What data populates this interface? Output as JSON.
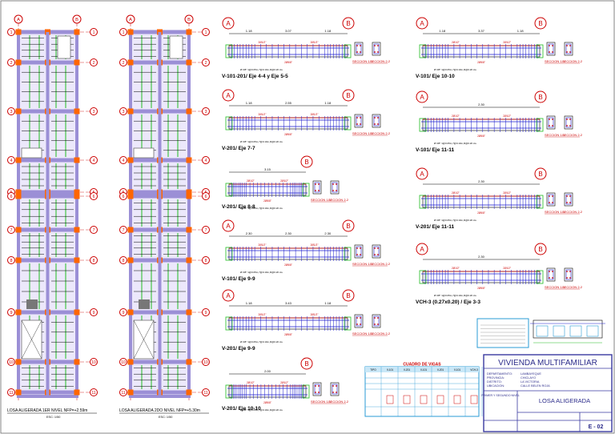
{
  "sheet": {
    "grid_letters": [
      "A",
      "B"
    ],
    "grid_numbers": [
      "1",
      "2",
      "3",
      "4",
      "5",
      "6",
      "7",
      "8",
      "9",
      "10",
      "11"
    ],
    "plan_captions": [
      {
        "title": "LOSA ALIGERADA 1ER NIVEL NFP=+2.59m",
        "scale": "ESC: 1/50"
      },
      {
        "title": "LOSA ALIGERADA 2DO NIVEL NFP=+5.30m",
        "scale": "ESC: 1/50"
      }
    ],
    "beam_titles": [
      "V-101-201/ Eje 4-4 y Eje 5-5",
      "V-201/ Eje 7-7",
      "V-201/ Eje 8-8",
      "V-101/ Eje 9-9",
      "V-201/ Eje 9-9",
      "V-101/ Eje 10-10",
      "V-201/ Eje 10-10",
      "V-101/ Eje 11-11",
      "V-201/ Eje 11-11",
      "VCH-3 (0.27x0.20) / Eje 3-3"
    ],
    "section_labels": [
      "SECCION 1-1",
      "SECCION 2-2"
    ],
    "stirrup_note": "Ø 3/8\" 1@0.05m,7@0.10m,R@0.20 c/e",
    "rebar_top": "2Ø1/2\"",
    "rebar_bottom": "2Ø5/8\"",
    "dims": [
      "1.18",
      "3.07",
      "1.18",
      "2.55",
      "3.15",
      "2.30",
      "2.30",
      "2.00",
      "2.30",
      "3.43",
      "3.37"
    ],
    "schedule_title": "CUADRO DE VIGAS",
    "schedule_headers": [
      "TIPO",
      "V-101",
      "V-201",
      "V-101",
      "V-201",
      "V-101",
      "VCH-3"
    ],
    "title_block": {
      "project": "VIVIENDA MULTIFAMILIAR",
      "labels": [
        "DEPARTAMENTO:",
        "PROVINCIA:",
        "DISTRITO:",
        "UBICACION:"
      ],
      "values": [
        "LAMBAYEQUE",
        "CHICLAYO",
        "LA VICTORIA",
        "CALLE BELEN ROJA"
      ],
      "levels": "PRIMER Y SEGUNDO NIVEL",
      "drawing": "LOSA ALIGERADA",
      "sheet_no": "E - 02"
    },
    "colors": {
      "beam": "#9b8fd6",
      "rebar": "#1a1acc",
      "accent": "#cc0000",
      "slab_rib": "#22bb22",
      "column": "#ff6600"
    }
  }
}
